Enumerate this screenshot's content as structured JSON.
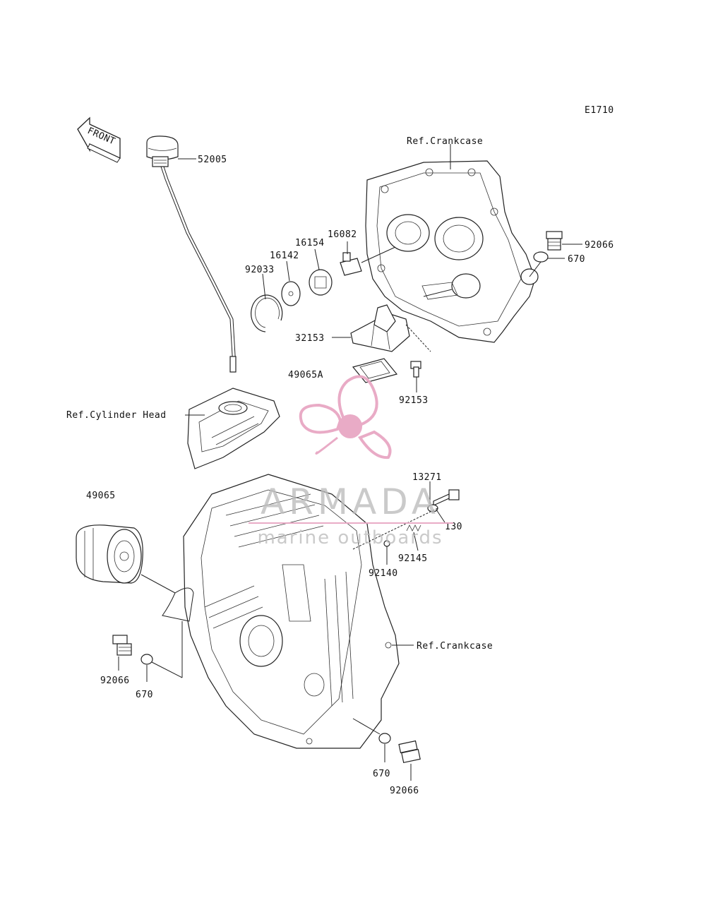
{
  "diagram": {
    "code": "E1710",
    "front_label": "FRONT",
    "refs": {
      "crankcase_top": "Ref.Crankcase",
      "crankcase_bottom": "Ref.Crankcase",
      "cylinder_head": "Ref.Cylinder Head"
    },
    "parts": {
      "p52005": "52005",
      "p92066_a": "92066",
      "p670_a": "670",
      "p16082": "16082",
      "p16154": "16154",
      "p16142": "16142",
      "p92033": "92033",
      "p32153": "32153",
      "p49065A": "49065A",
      "p92153": "92153",
      "p49065": "49065",
      "p13271": "13271",
      "p130": "130",
      "p92145": "92145",
      "p92140": "92140",
      "p92066_b": "92066",
      "p670_b": "670",
      "p670_c": "670",
      "p92066_c": "92066"
    }
  },
  "watermark": {
    "name": "ARMADA",
    "tagline": "marine outboards",
    "color": "#e8a7c3"
  }
}
